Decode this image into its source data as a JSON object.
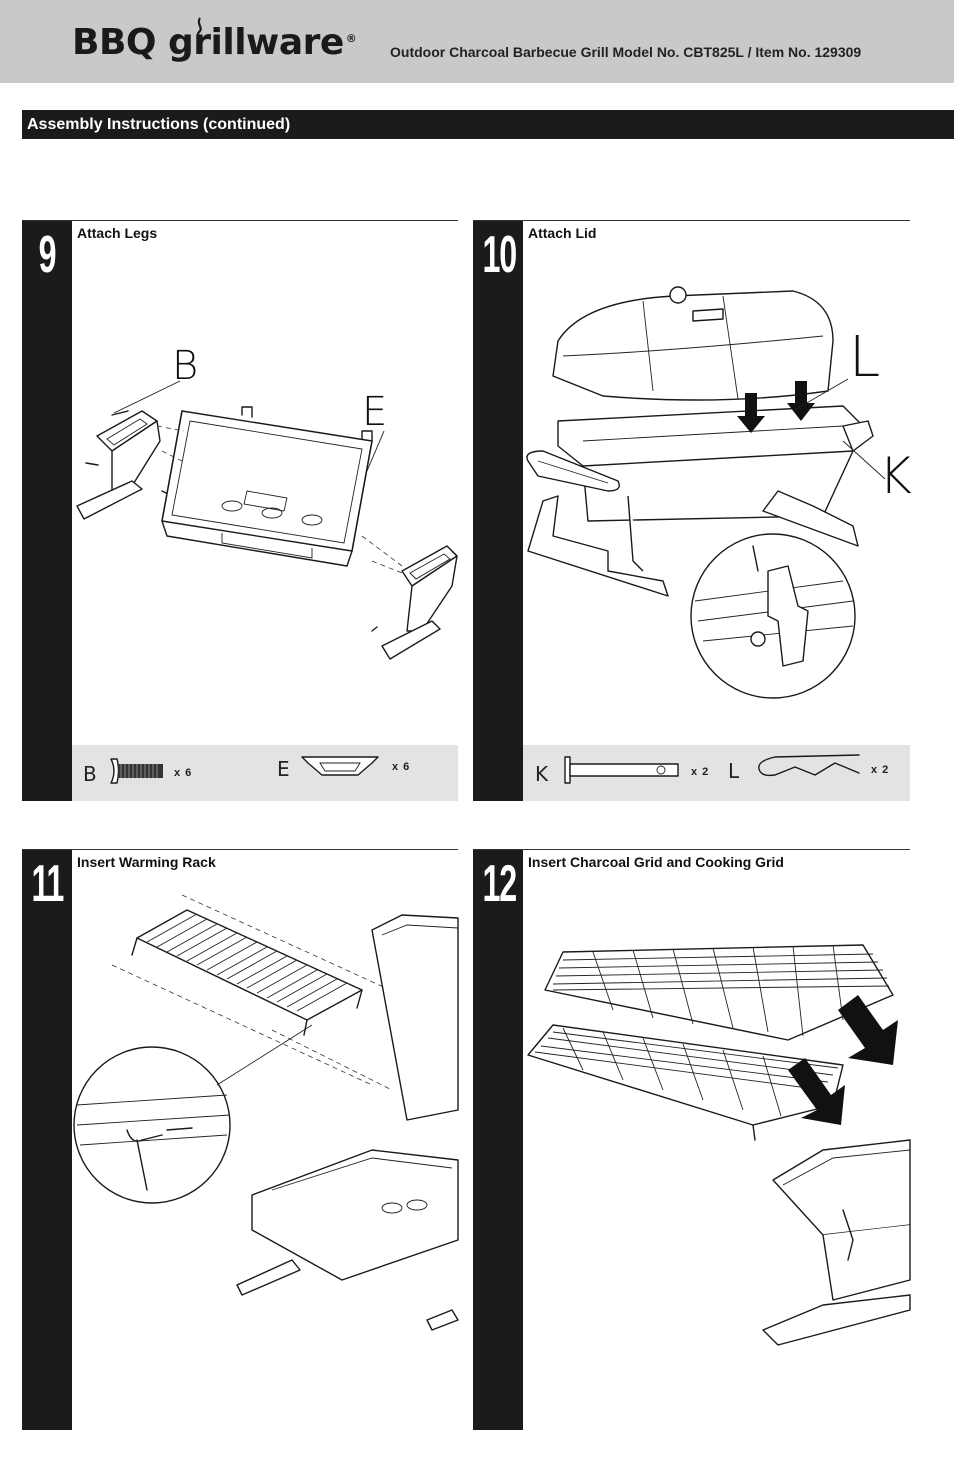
{
  "header": {
    "brand": "BBQ grillware",
    "registered_mark": "®",
    "title": "Outdoor Charcoal Barbecue Grill  Model No. CBT825L / Item No. 129309",
    "background_color": "#c9c9c9"
  },
  "section": {
    "title": "Assembly Instructions (continued)"
  },
  "steps": [
    {
      "number": "9",
      "title": "Attach Legs",
      "callouts": [
        "B",
        "E"
      ],
      "parts": [
        {
          "letter": "B",
          "qty": "x 6",
          "icon": "bolt-icon"
        },
        {
          "letter": "E",
          "qty": "x 6",
          "icon": "leg-bracket-icon"
        }
      ]
    },
    {
      "number": "10",
      "title": "Attach Lid",
      "callouts": [
        "L",
        "K"
      ],
      "parts": [
        {
          "letter": "K",
          "qty": "x 2",
          "icon": "hinge-pin-icon"
        },
        {
          "letter": "L",
          "qty": "x 2",
          "icon": "cotter-clip-icon"
        }
      ]
    },
    {
      "number": "11",
      "title": "Insert Warming Rack",
      "callouts": [],
      "parts": []
    },
    {
      "number": "12",
      "title": "Insert Charcoal Grid and Cooking Grid",
      "callouts": [],
      "parts": []
    }
  ]
}
